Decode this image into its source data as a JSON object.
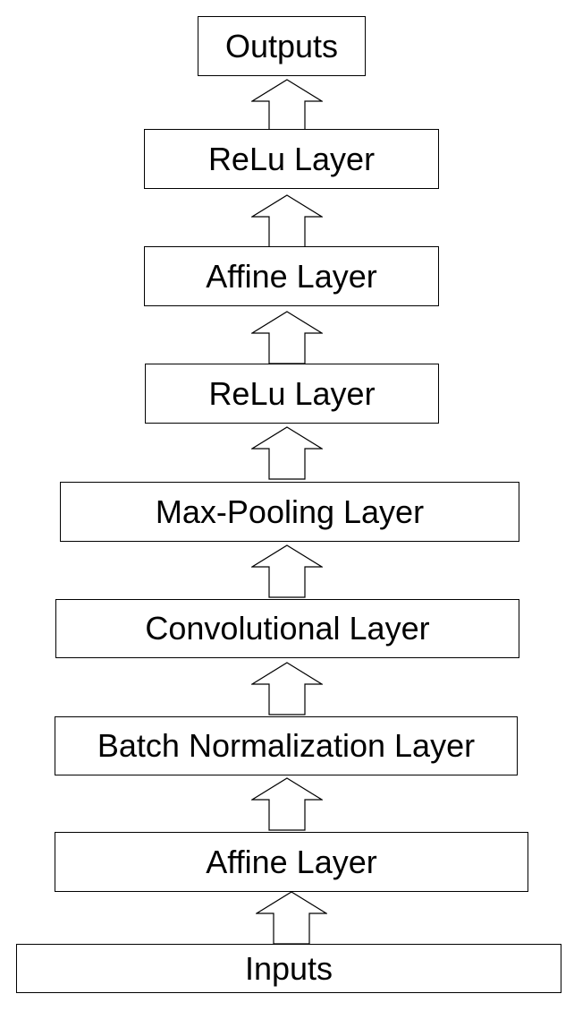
{
  "diagram": {
    "layers_top_to_bottom": [
      "Outputs",
      "ReLu Layer",
      "Affine Layer",
      "ReLu Layer",
      "Max-Pooling Layer",
      "Convolutional Layer",
      "Batch Normalization Layer",
      "Affine Layer",
      "Inputs"
    ],
    "arrow_direction": "up",
    "arrow_icon": "hollow-up-arrow-icon",
    "colors": {
      "stroke": "#000000",
      "fill": "#ffffff"
    }
  }
}
